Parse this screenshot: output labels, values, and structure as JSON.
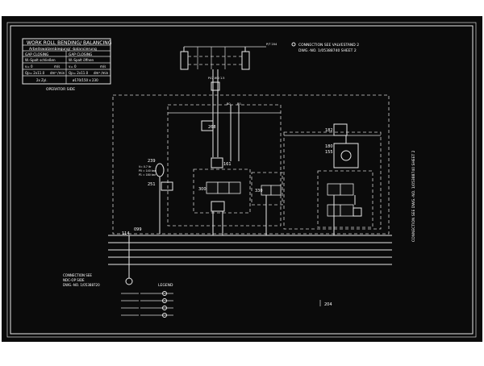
{
  "title_block": {
    "title": "WORK ROLL BENDING/ BALANCING",
    "subtitle": "Arbeitswalzenbiegung/ -balancierung",
    "col_left_head": "GAP CLOSING",
    "col_right_head": "GAP CLOSING",
    "row1_left": "W.-Spalt schließen",
    "row1_right": "W.-Spalt öffnen",
    "unit_ms": "m/s",
    "v_left": "v= 0",
    "v_right": "v= 0",
    "flow_left": "Qp= 2x11.0",
    "flow_right": "Qp= 2x11.0",
    "unit_flow": "dm³ /min",
    "cyl_left": "2x Zyl.",
    "cyl_right": "ø170/150 x 230",
    "side_label": "OPERATOR SIDE"
  },
  "connections": {
    "top": "CONNECTION SEE VALVESTAND 2",
    "top_dwg": "DWG.-NO. 1/05388740 SHEET 2",
    "right_vertical": "CONNECTION SEE DWG.-NO. 1/05388740 SHEET 2",
    "bottom_left_1": "CONNECTION SEE",
    "bottom_left_2": "NDC-OP SIDE",
    "bottom_left_3": "DWG.-NO. 1/05388720"
  },
  "labels": {
    "legend": "LEGEND",
    "ref_204": "204",
    "pos_239": "239",
    "pos_251": "251",
    "pos_268": "268",
    "pos_161": "161",
    "pos_300": "300",
    "pos_330": "330",
    "pos_182": "182",
    "pos_180": "180",
    "pos_155": "155",
    "pos_114": "114",
    "pos_099": "099"
  }
}
